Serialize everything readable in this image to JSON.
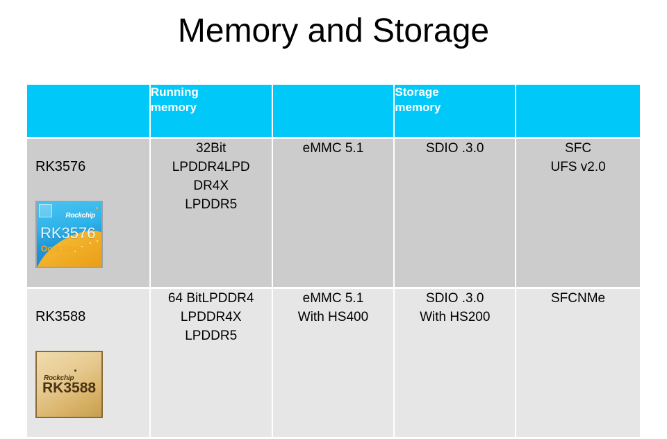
{
  "slide": {
    "title": "Memory and Storage"
  },
  "table": {
    "header": {
      "cells": [
        "",
        "Running\nmemory",
        "",
        "Storage\nmemory",
        ""
      ]
    },
    "rows": [
      {
        "name": "RK3576",
        "chip": {
          "brand": "Rockchip",
          "model": "RK3576",
          "sub": "Octa Core"
        },
        "cells": [
          "32Bit\nLPDDR4LPD\nDR4X\nLPDDR5",
          "eMMC 5.1",
          "SDIO .3.0",
          "SFC\nUFS v2.0"
        ]
      },
      {
        "name": "RK3588",
        "chip": {
          "brand": "Rockchip",
          "model": "RK3588",
          "sub": ""
        },
        "cells": [
          "64 BitLPDDR4\nLPDDR4X\nLPDDR5",
          "eMMC 5.1\nWith HS400",
          "SDIO .3.0\nWith HS200",
          "SFCNMe"
        ]
      }
    ]
  },
  "colors": {
    "header_background": "#00C9FA",
    "row1_background": "#CCCCCC",
    "row2_background": "#E6E6E6",
    "slide_background": "#FFFFFF",
    "text": "#000000",
    "header_text": "#FFFFFF"
  }
}
